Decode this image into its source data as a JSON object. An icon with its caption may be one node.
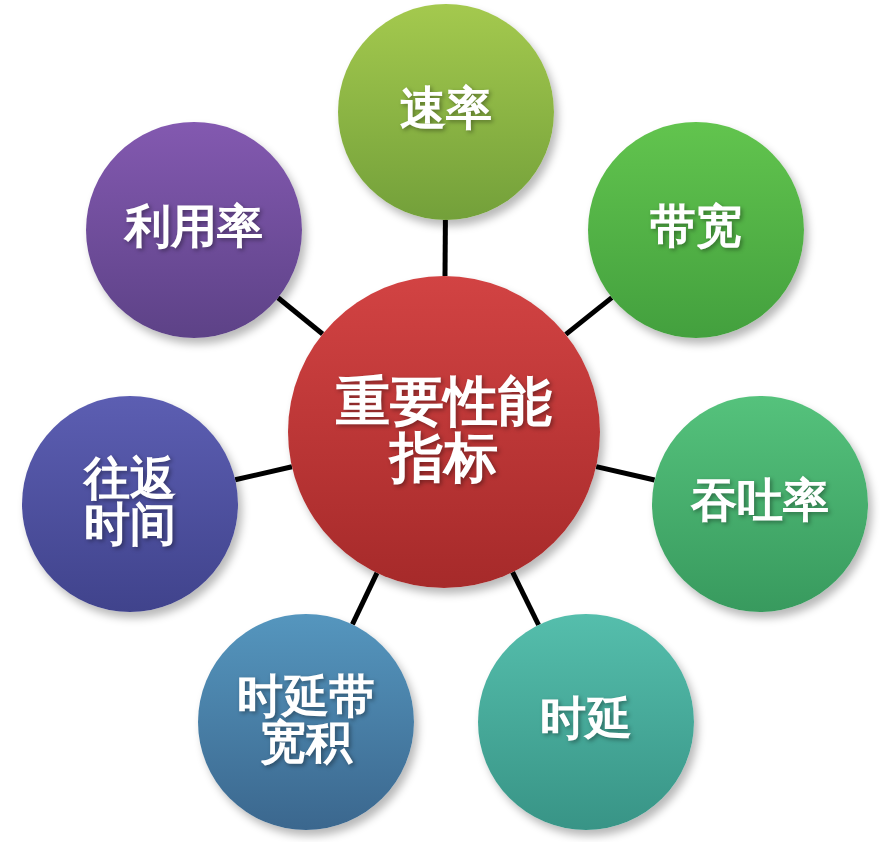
{
  "diagram": {
    "nodes": [
      {
        "text": [
          "重要性能指标"
        ]
      },
      {
        "text": [
          "速率"
        ]
      },
      {
        "text": [
          "带宽"
        ]
      },
      {
        "text": [
          "吞吐率"
        ]
      },
      {
        "text": [
          "时延"
        ]
      },
      {
        "text": [
          "时延带宽积"
        ]
      },
      {
        "text": [
          "往返时间"
        ]
      },
      {
        "text": [
          "利用率"
        ]
      }
    ],
    "edges": [
      {
        "from": 0,
        "to": 1,
        "arrow": "none"
      },
      {
        "from": 0,
        "to": 2,
        "arrow": "none"
      },
      {
        "from": 0,
        "to": 3,
        "arrow": "none"
      },
      {
        "from": 0,
        "to": 4,
        "arrow": "none"
      },
      {
        "from": 0,
        "to": 5,
        "arrow": "none"
      },
      {
        "from": 0,
        "to": 6,
        "arrow": "none"
      },
      {
        "from": 0,
        "to": 7,
        "arrow": "none"
      }
    ]
  }
}
